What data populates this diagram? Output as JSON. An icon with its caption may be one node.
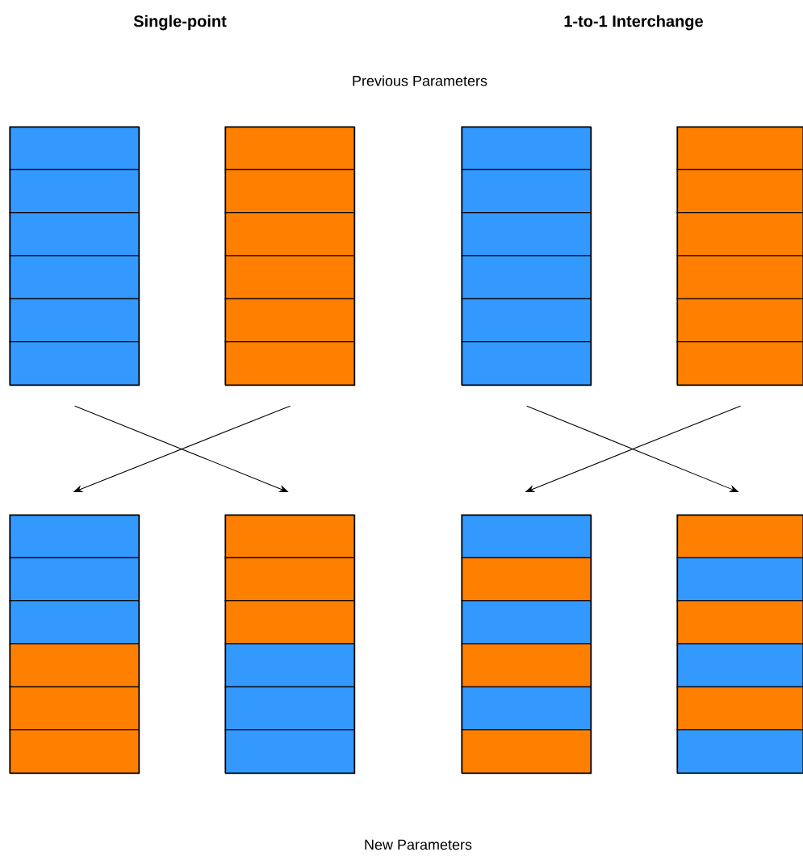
{
  "diagram": {
    "nodes": [
      {
        "text": [],
        "shape": "box"
      },
      {
        "text": [],
        "shape": "box"
      },
      {
        "text": [],
        "shape": "box"
      },
      {
        "text": [],
        "shape": "box"
      },
      {
        "text": [],
        "shape": "box"
      },
      {
        "text": [],
        "shape": "box"
      },
      {
        "text": [],
        "shape": "box"
      },
      {
        "text": [],
        "shape": "box"
      }
    ],
    "edges": [
      {
        "from": 0,
        "to": 5,
        "arrow": "to"
      },
      {
        "from": 1,
        "to": 4,
        "arrow": "to"
      },
      {
        "from": 2,
        "to": 7,
        "arrow": "to"
      },
      {
        "from": 3,
        "to": 6,
        "arrow": "to"
      }
    ],
    "labels": [
      "Single-point",
      "1-to-1 Interchange",
      "Previous Parameters",
      "New Parameters"
    ]
  }
}
